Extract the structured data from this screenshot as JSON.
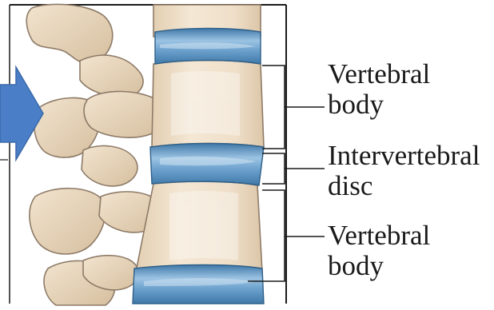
{
  "labels": {
    "upper_vertebral_body": {
      "line1": "Vertebral",
      "line2": "body"
    },
    "intervertebral_disc": {
      "line1": "Intervertebral",
      "line2": "disc"
    },
    "lower_vertebral_body": {
      "line1": "Vertebral",
      "line2": "body"
    }
  },
  "colors": {
    "bone": "#efdfc9",
    "bone_shadow": "#d8c2a5",
    "bone_outline": "#8e7b68",
    "disc": "#6fa3cf",
    "disc_highlight": "#9cc3e3",
    "disc_shadow": "#3f78a8",
    "arrow": "#4a7fc8",
    "leader_line": "#1a1a1a",
    "frame": "#1a1a1a"
  },
  "icons": {
    "pointer": "right-arrow-icon"
  }
}
